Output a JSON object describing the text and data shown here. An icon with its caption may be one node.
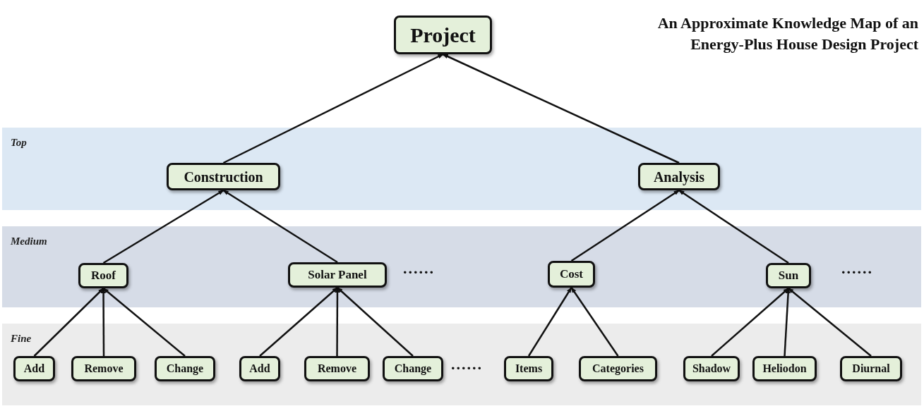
{
  "diagram": {
    "title": "An Approximate Knowledge Map of an Energy-Plus House Design Project",
    "nodes": [
      {
        "text": [
          "Project"
        ]
      },
      {
        "text": [
          "Top"
        ]
      },
      {
        "text": [
          "Construction"
        ],
        "in": 1
      },
      {
        "text": [
          "Analysis"
        ],
        "in": 1
      },
      {
        "text": [
          "Medium"
        ]
      },
      {
        "text": [
          "Roof"
        ],
        "in": 4
      },
      {
        "text": [
          "Solar Panel"
        ],
        "in": 4
      },
      {
        "text": [
          "Cost"
        ],
        "in": 4
      },
      {
        "text": [
          "Sun"
        ],
        "in": 4
      },
      {
        "text": [
          "Fine"
        ]
      },
      {
        "text": [
          "Add"
        ],
        "in": 9
      },
      {
        "text": [
          "Remove"
        ],
        "in": 9
      },
      {
        "text": [
          "Change"
        ],
        "in": 9
      },
      {
        "text": [
          "Add"
        ],
        "in": 9
      },
      {
        "text": [
          "Remove"
        ],
        "in": 9
      },
      {
        "text": [
          "Change"
        ],
        "in": 9
      },
      {
        "text": [
          "Items"
        ],
        "in": 9
      },
      {
        "text": [
          "Categories"
        ],
        "in": 9
      },
      {
        "text": [
          "Shadow"
        ],
        "in": 9
      },
      {
        "text": [
          "Heliodon"
        ],
        "in": 9
      },
      {
        "text": [
          "Diurnal"
        ],
        "in": 9
      }
    ],
    "edges": [
      {
        "from": 2,
        "to": 0,
        "arrow": "to"
      },
      {
        "from": 3,
        "to": 0,
        "arrow": "to"
      },
      {
        "from": 5,
        "to": 2,
        "arrow": "to"
      },
      {
        "from": 6,
        "to": 2,
        "arrow": "to"
      },
      {
        "from": 7,
        "to": 3,
        "arrow": "to"
      },
      {
        "from": 8,
        "to": 3,
        "arrow": "to"
      },
      {
        "from": 10,
        "to": 5,
        "arrow": "to"
      },
      {
        "from": 11,
        "to": 5,
        "arrow": "to"
      },
      {
        "from": 12,
        "to": 5,
        "arrow": "to"
      },
      {
        "from": 13,
        "to": 6,
        "arrow": "to"
      },
      {
        "from": 14,
        "to": 6,
        "arrow": "to"
      },
      {
        "from": 15,
        "to": 6,
        "arrow": "to"
      },
      {
        "from": 16,
        "to": 7,
        "arrow": "to"
      },
      {
        "from": 17,
        "to": 7,
        "arrow": "to"
      },
      {
        "from": 18,
        "to": 8,
        "arrow": "to"
      },
      {
        "from": 19,
        "to": 8,
        "arrow": "to"
      },
      {
        "from": 20,
        "to": 8,
        "arrow": "to"
      }
    ],
    "labels": [
      "......",
      "......",
      "......"
    ]
  }
}
